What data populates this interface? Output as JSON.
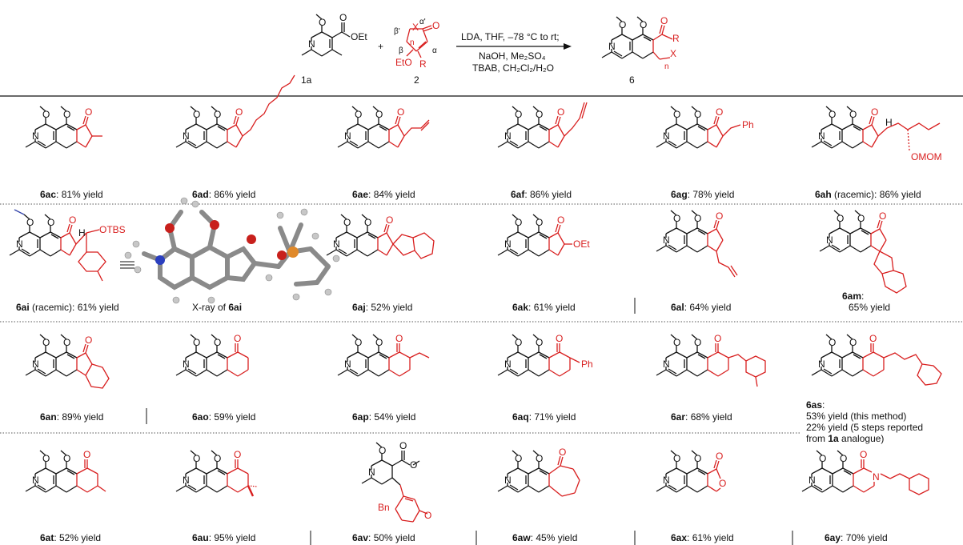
{
  "colors": {
    "black": "#111111",
    "red": "#d81e1e",
    "divider": "#555555"
  },
  "header": {
    "reactant1_id": "1a",
    "reactant2_id": "2",
    "product_id": "6",
    "plus": "+",
    "labels": {
      "oet": "OEt",
      "eto": "EtO",
      "r": "R",
      "x": "X",
      "n": "n",
      "alpha": "α",
      "alpha_prime": "α'",
      "beta": "β",
      "beta_prime": "β'"
    },
    "conditions_top": "LDA, THF, –78 °C to rt;",
    "conditions_mid": "NaOH, Me₂SO₄",
    "conditions_bot": "TBAB, CH₂Cl₂/H₂O"
  },
  "rows": [
    [
      {
        "id": "6ac",
        "note": "",
        "yield": ": 81% yield"
      },
      {
        "id": "6ad",
        "note": "",
        "yield": ": 86% yield"
      },
      {
        "id": "6ae",
        "note": "",
        "yield": ": 84% yield"
      },
      {
        "id": "6af",
        "note": "",
        "yield": ": 86% yield"
      },
      {
        "id": "6ag",
        "note": "",
        "yield": ": 78% yield"
      },
      {
        "id": "6ah",
        "note": " (racemic)",
        "yield": ": 86% yield"
      }
    ],
    [
      {
        "id": "6ai",
        "note": " (racemic)",
        "yield": ": 61% yield"
      },
      {
        "id": "6ai",
        "note": "X-ray of ",
        "yield": ""
      },
      {
        "id": "6aj",
        "note": "",
        "yield": ": 52% yield"
      },
      {
        "id": "6ak",
        "note": "",
        "yield": ": 61% yield"
      },
      {
        "id": "6al",
        "note": "",
        "yield": ": 64% yield"
      },
      {
        "id": "6am",
        "note": "",
        "yield": ":"
      }
    ],
    [
      {
        "id": "6an",
        "note": "",
        "yield": ": 89% yield"
      },
      {
        "id": "6ao",
        "note": "",
        "yield": ": 59% yield"
      },
      {
        "id": "6ap",
        "note": "",
        "yield": ": 54% yield"
      },
      {
        "id": "6aq",
        "note": "",
        "yield": ": 71% yield"
      },
      {
        "id": "6ar",
        "note": "",
        "yield": ": 68% yield"
      },
      {
        "id": "6as",
        "note": "",
        "yield": ":"
      }
    ],
    [
      {
        "id": "6at",
        "note": "",
        "yield": ": 52% yield"
      },
      {
        "id": "6au",
        "note": "",
        "yield": ": 95% yield"
      },
      {
        "id": "6av",
        "note": "",
        "yield": ": 50% yield"
      },
      {
        "id": "6aw",
        "note": "",
        "yield": ": 45% yield"
      },
      {
        "id": "6ax",
        "note": "",
        "yield": ": 61% yield"
      },
      {
        "id": "6ay",
        "note": "",
        "yield": ": 70% yield"
      }
    ]
  ],
  "extras": {
    "am_yield": "65% yield",
    "as_line1": "53% yield (this method)",
    "as_line2": "22% yield (5 steps reported",
    "as_line3_pre": "from ",
    "as_line3_id": "1a",
    "as_line3_post": " analogue)"
  },
  "substituent_labels": {
    "ph": "Ph",
    "omom": "OMOM",
    "otbs": "OTBS",
    "h": "H",
    "oet": "OEt",
    "bn": "Bn",
    "o": "O",
    "n": "N"
  }
}
